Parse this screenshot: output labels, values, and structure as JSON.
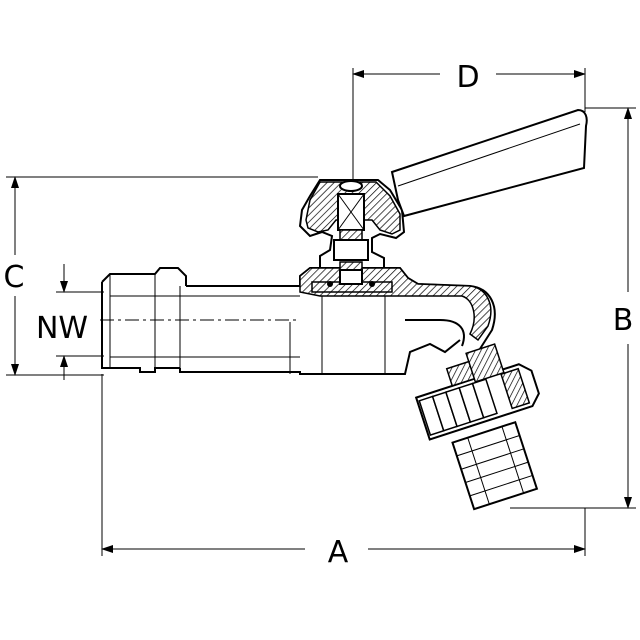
{
  "diagram": {
    "labels": {
      "d": "D",
      "b": "B",
      "c": "C",
      "nw": "NW",
      "a": "A"
    },
    "colors": {
      "line": "#000000",
      "background": "#ffffff",
      "hatch_fill": "#bfbfbf"
    }
  }
}
